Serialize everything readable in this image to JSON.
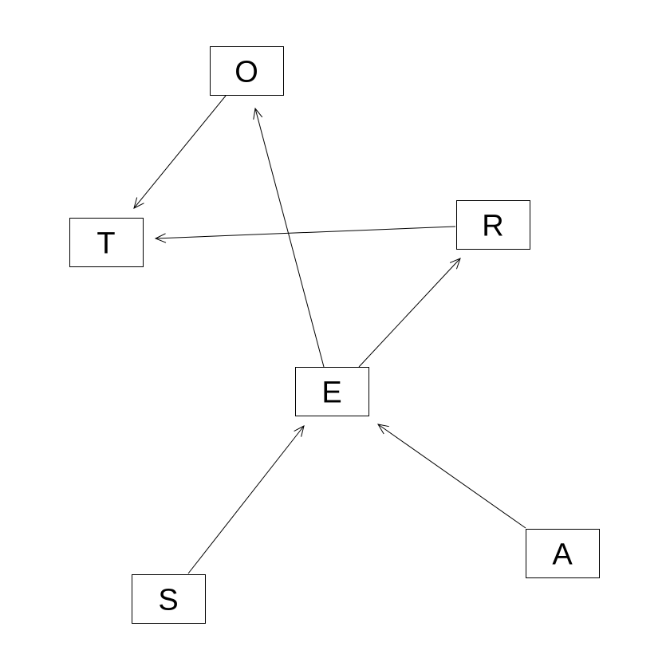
{
  "diagram": {
    "nodes": [
      {
        "id": "O",
        "label": "O"
      },
      {
        "id": "T",
        "label": "T"
      },
      {
        "id": "R",
        "label": "R"
      },
      {
        "id": "E",
        "label": "E"
      },
      {
        "id": "S",
        "label": "S"
      },
      {
        "id": "A",
        "label": "A"
      }
    ],
    "edges": [
      {
        "from": "O",
        "to": "T"
      },
      {
        "from": "R",
        "to": "T"
      },
      {
        "from": "E",
        "to": "O"
      },
      {
        "from": "E",
        "to": "R"
      },
      {
        "from": "S",
        "to": "E"
      },
      {
        "from": "A",
        "to": "E"
      }
    ]
  },
  "colors": {
    "stroke": "#000000",
    "background": "#ffffff"
  }
}
